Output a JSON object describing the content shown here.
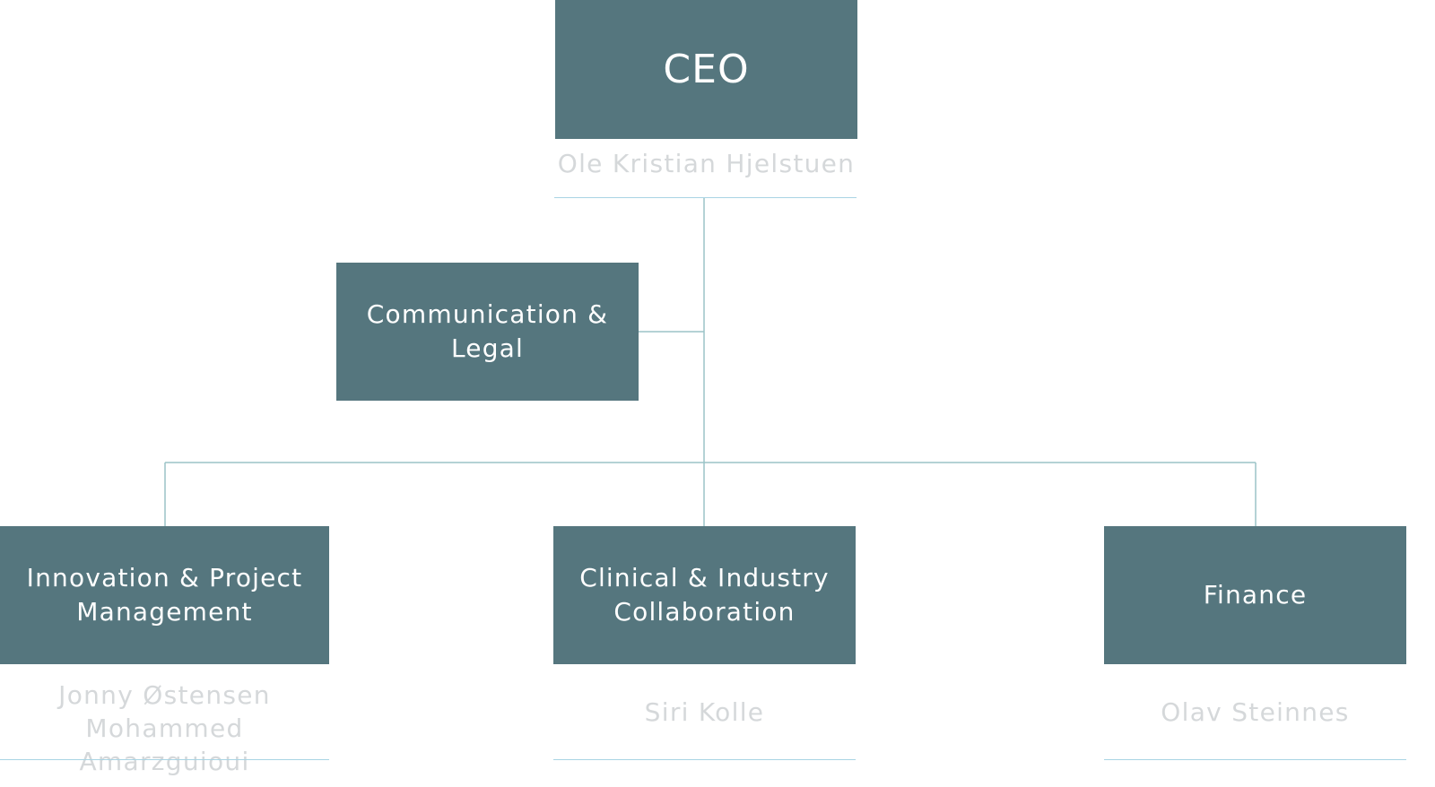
{
  "org": {
    "ceo": {
      "title": "CEO",
      "person": "Ole Kristian Hjelstuen"
    },
    "communication_legal": {
      "title": "Communication &\nLegal"
    },
    "innovation": {
      "title": "Innovation & Project\nManagement",
      "person": "Jonny Østensen\nMohammed Amarzguioui"
    },
    "clinical": {
      "title": "Clinical & Industry\nCollaboration",
      "person": "Siri Kolle"
    },
    "finance": {
      "title": "Finance",
      "person": "Olav Steinnes"
    }
  },
  "colors": {
    "box_fill": "#55767e",
    "box_text": "#ffffff",
    "person_text": "#d5d8da",
    "connector": "#9bc3c7",
    "underline": "#a9d4e4"
  }
}
